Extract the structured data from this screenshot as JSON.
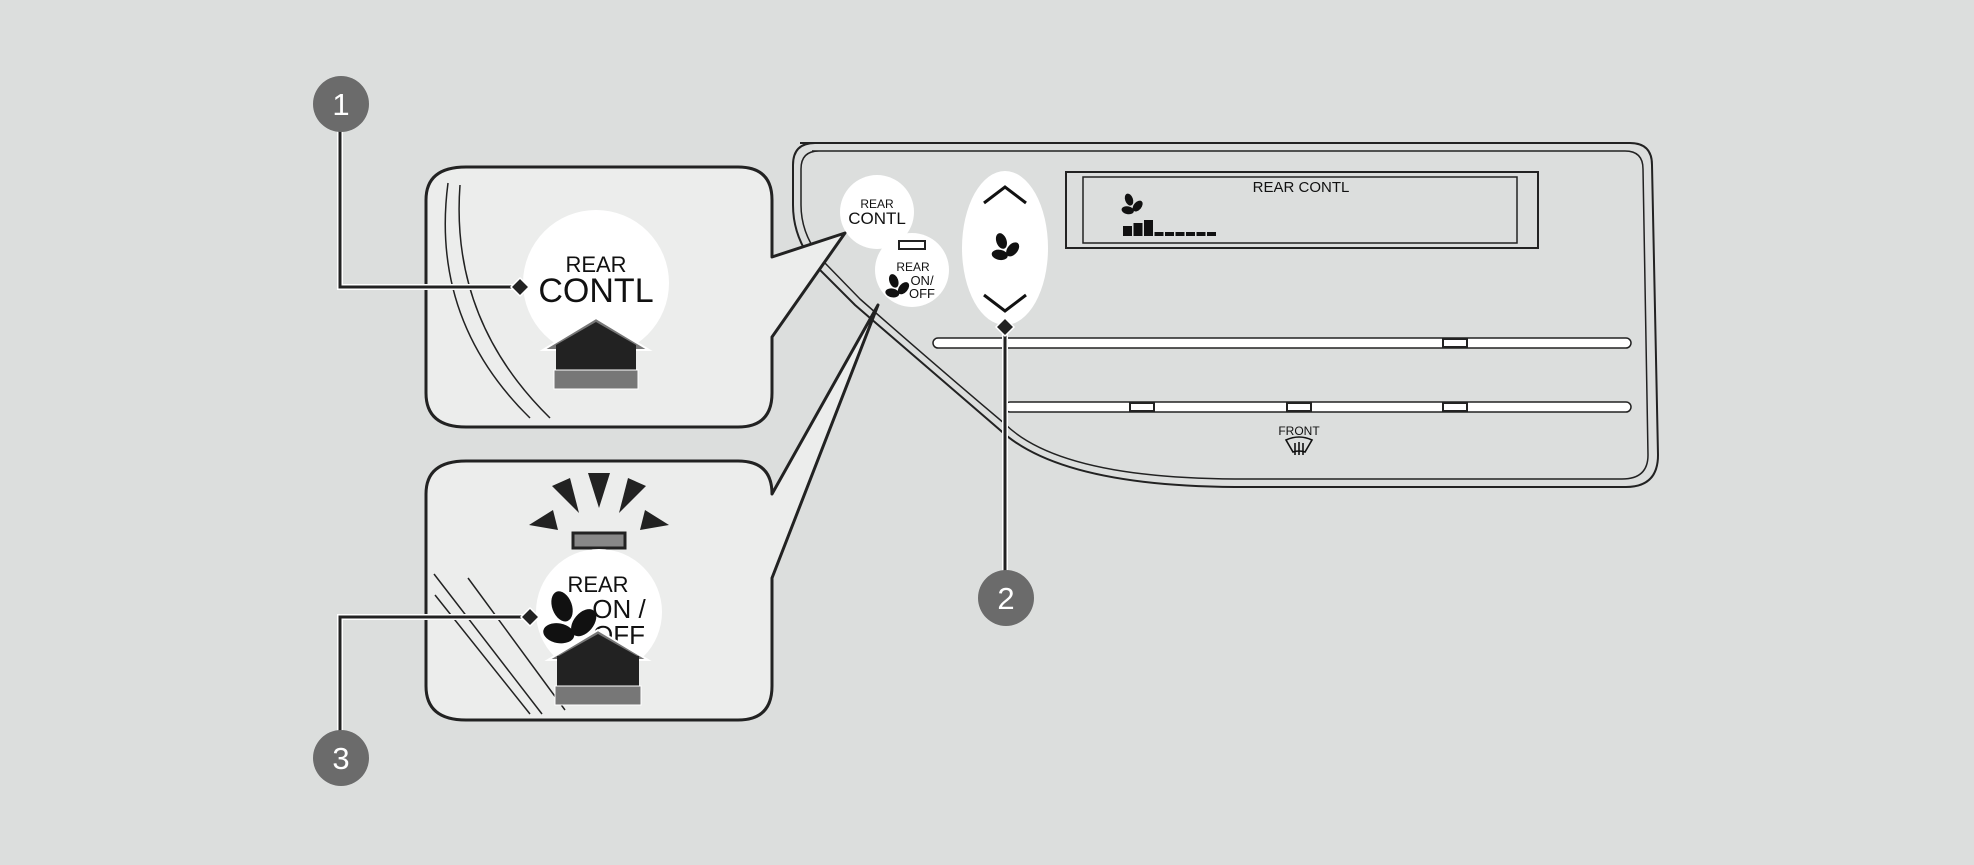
{
  "callouts": [
    {
      "number": "1",
      "target": "rear-contl-button"
    },
    {
      "number": "2",
      "target": "fan-speed-control"
    },
    {
      "number": "3",
      "target": "rear-on-off-button"
    }
  ],
  "zoom_rear_contl": {
    "line1": "REAR",
    "line2": "CONTL"
  },
  "zoom_rear_onoff": {
    "line1": "REAR",
    "line2": "ON /",
    "line3": "OFF"
  },
  "panel": {
    "rear_contl_button": {
      "line1": "REAR",
      "line2": "CONTL"
    },
    "rear_onoff_button": {
      "line1": "REAR",
      "line2": "ON/",
      "line3": "OFF"
    },
    "display_title": "REAR CONTL",
    "fan_level": {
      "lit_bars": 3,
      "total_bars": 9
    },
    "front_defrost_label": "FRONT"
  },
  "colors": {
    "background": "#dcdedd",
    "zoom_fill": "#ecedec",
    "callout_circle": "#6b6b6b",
    "ink": "#222222",
    "indicator_gray": "#888888"
  }
}
